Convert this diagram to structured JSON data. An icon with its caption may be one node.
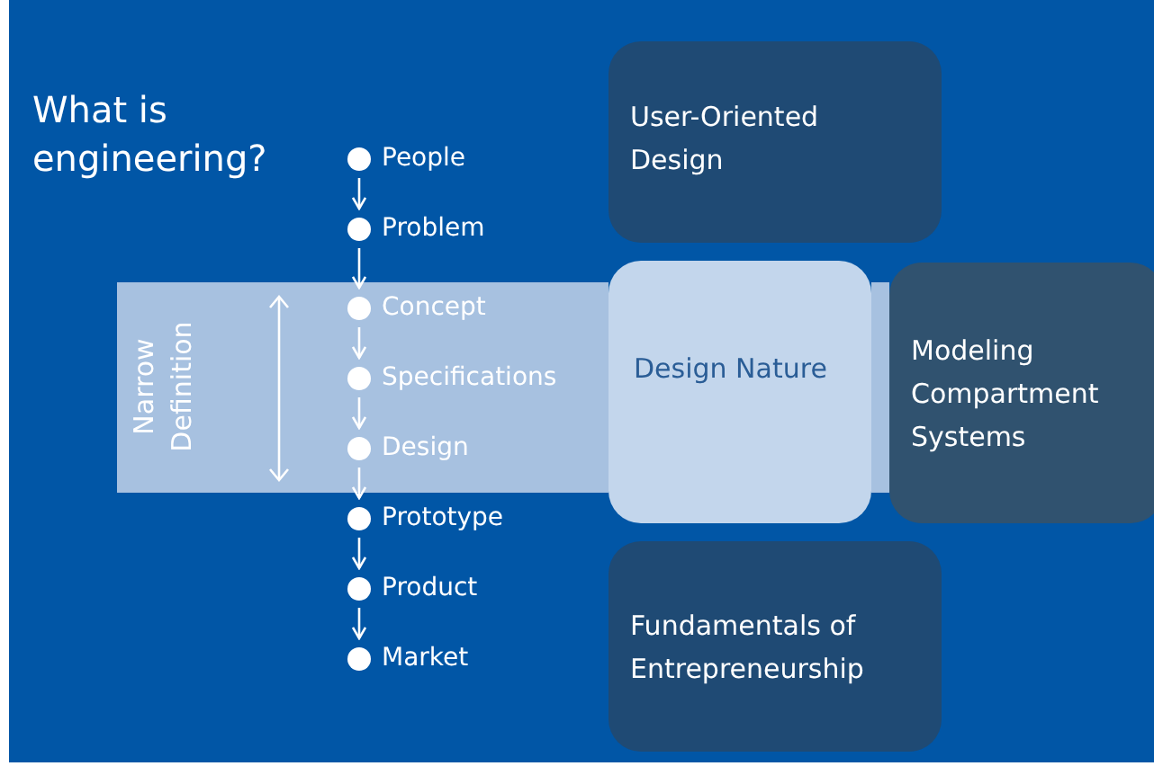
{
  "diagram": {
    "title": "What is engineering?",
    "nodes": [
      {
        "text": [
          "Narrow Definition"
        ]
      },
      {
        "text": [
          "People"
        ]
      },
      {
        "text": [
          "Problem"
        ]
      },
      {
        "text": [
          "Concept"
        ],
        "in": 0
      },
      {
        "text": [
          "Specifications"
        ],
        "in": 0
      },
      {
        "text": [
          "Design"
        ],
        "in": 0
      },
      {
        "text": [
          "Prototype"
        ]
      },
      {
        "text": [
          "Product"
        ]
      },
      {
        "text": [
          "Market"
        ]
      },
      {
        "text": [
          "User-Oriented Design"
        ]
      },
      {
        "text": [
          "Design Nature"
        ]
      },
      {
        "text": [
          "Modeling Compartment Systems"
        ]
      },
      {
        "text": [
          "Fundamentals of Entrepreneurship"
        ]
      }
    ],
    "edges": [
      {
        "from": 1,
        "to": 2,
        "arrow": "to"
      },
      {
        "from": 2,
        "to": 3,
        "arrow": "to"
      },
      {
        "from": 3,
        "to": 4,
        "arrow": "to"
      },
      {
        "from": 4,
        "to": 5,
        "arrow": "to"
      },
      {
        "from": 5,
        "to": 6,
        "arrow": "to"
      },
      {
        "from": 6,
        "to": 7,
        "arrow": "to"
      },
      {
        "from": 7,
        "to": 8,
        "arrow": "to"
      }
    ]
  }
}
